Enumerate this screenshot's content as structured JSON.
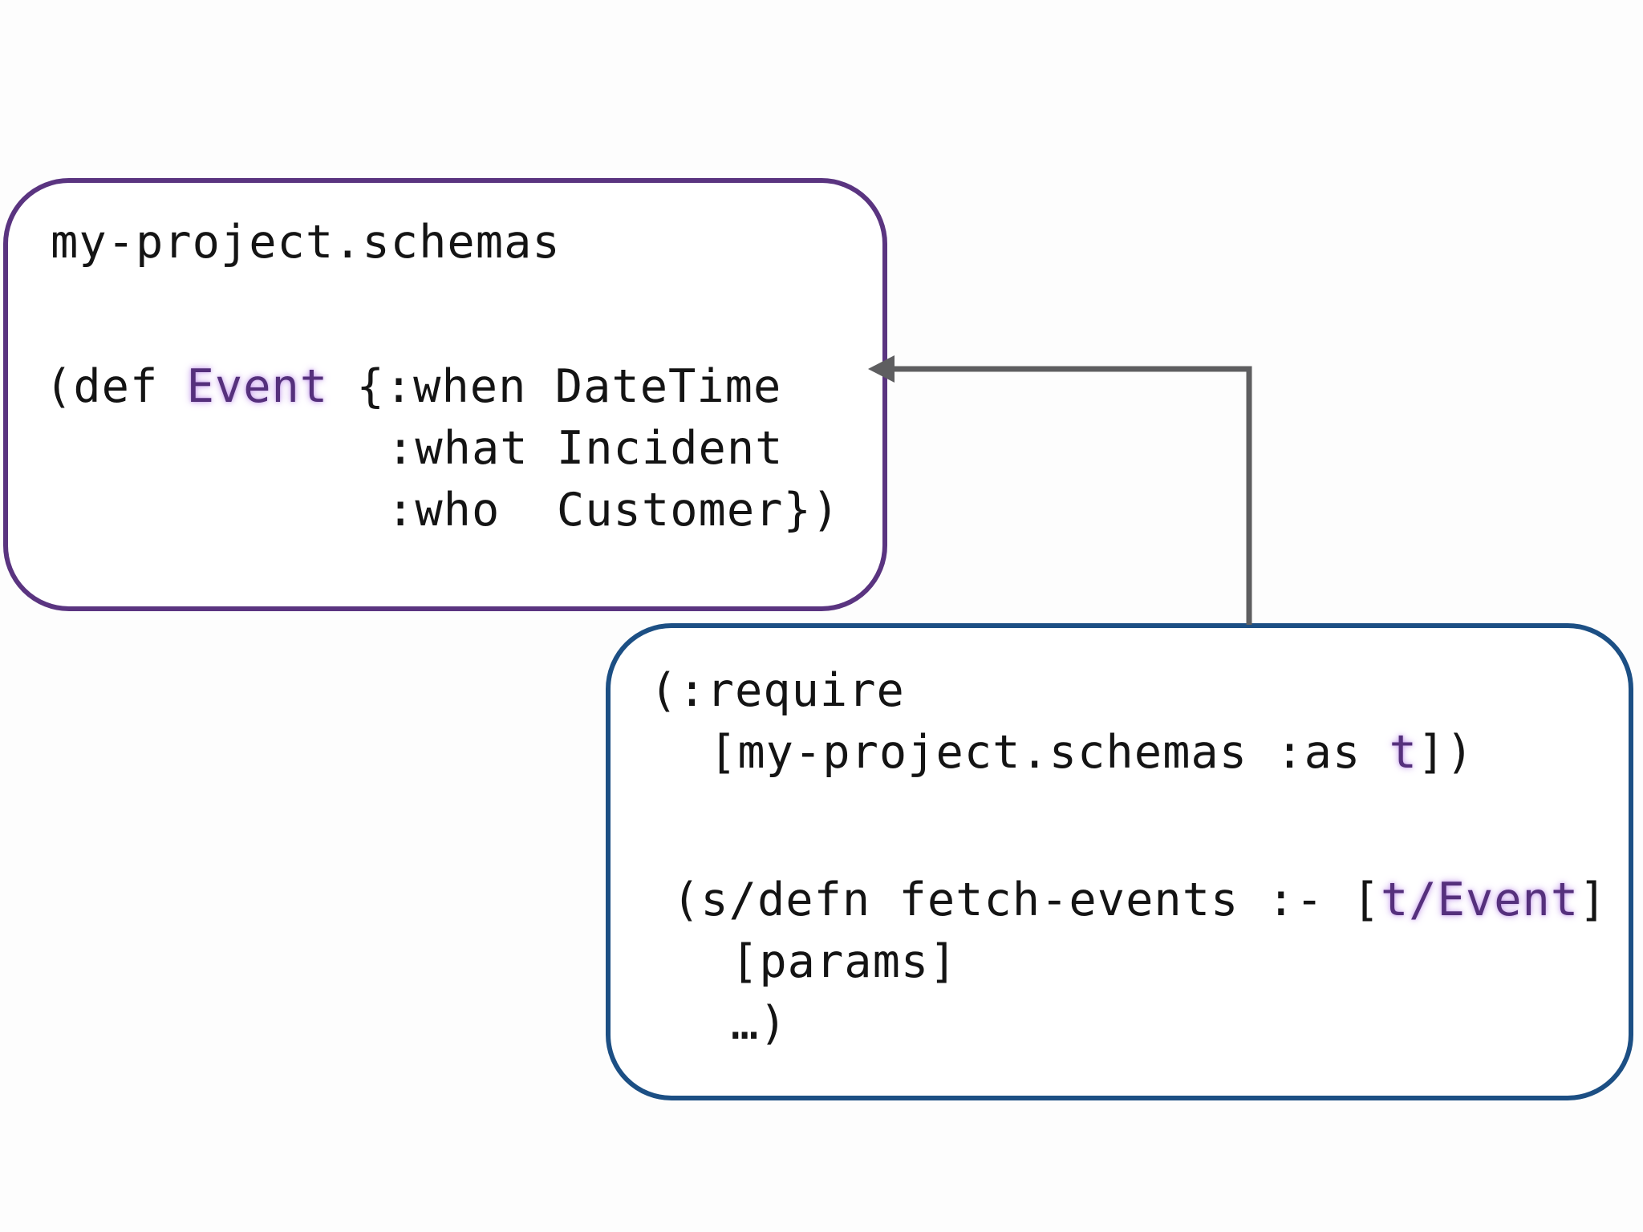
{
  "top_box": {
    "namespace": "my-project.schemas",
    "def_open": "(def",
    "schema_name": "Event",
    "field_1_key": "{:when",
    "field_1_type": "DateTime",
    "field_2_key": ":what",
    "field_2_type": "Incident",
    "field_3_key": ":who",
    "field_3_type": "Customer})",
    "border_color": "#5a3480"
  },
  "bottom_box": {
    "require_open": "(:require",
    "require_vec": "[my-project.schemas :as",
    "alias": "t",
    "require_close": "])",
    "defn_head": "(s/defn fetch-events :-",
    "return_open": "[",
    "return_type": "t/Event",
    "return_close": "]",
    "params": "[params]",
    "body": "…)",
    "border_color": "#1c4f84"
  },
  "arrow_color": "#5e5e60",
  "highlight_color": "#55307c"
}
